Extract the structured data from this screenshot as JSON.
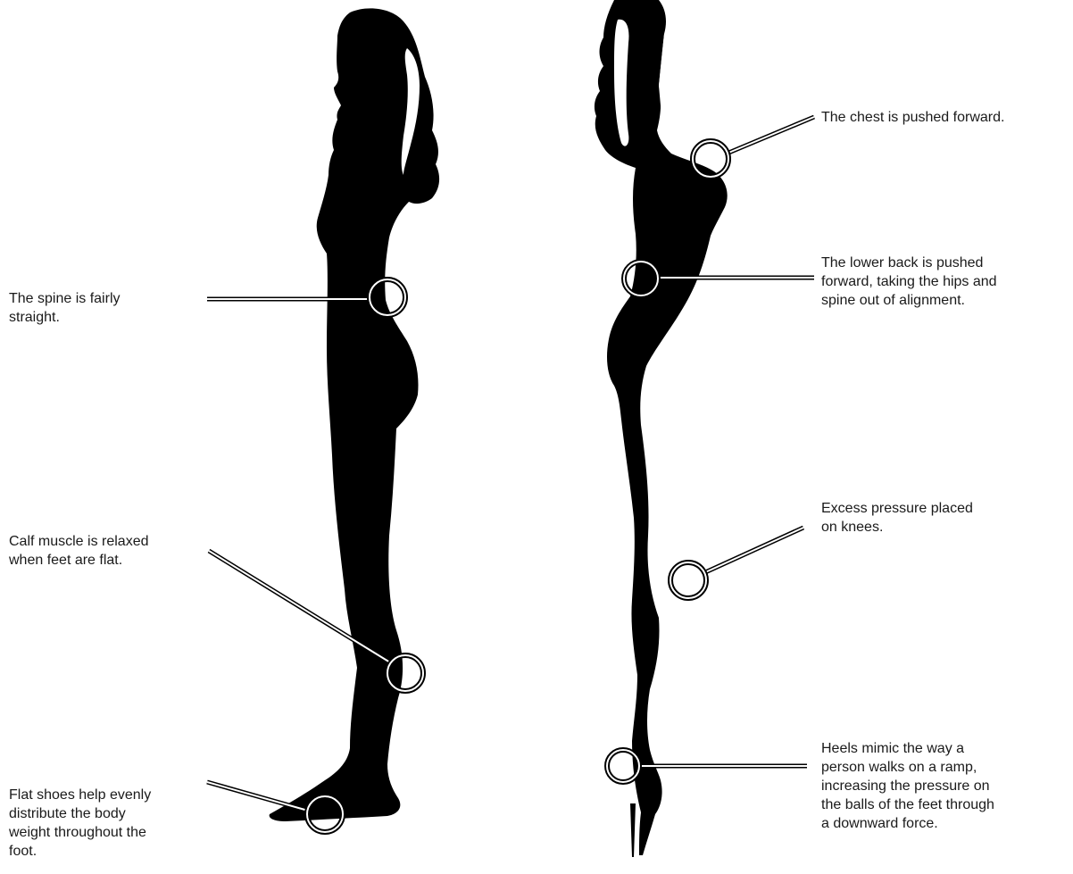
{
  "colors": {
    "silhouette": "#000000",
    "pointer": "#000000",
    "pointer_highlight": "#ffffff",
    "text": "#1a1a1a",
    "background": "#ffffff"
  },
  "left_figure": {
    "name": "flat-shoes-posture",
    "callouts": {
      "spine": "The spine is fairly\nstraight.",
      "calf": "Calf muscle is relaxed\nwhen feet are flat.",
      "shoes": "Flat shoes help evenly\ndistribute the body\nweight throughout the\nfoot."
    }
  },
  "right_figure": {
    "name": "high-heels-posture",
    "callouts": {
      "chest": "The chest is pushed forward.",
      "lower_back": "The lower back is pushed\nforward, taking the hips and\nspine out of alignment.",
      "knees": "Excess  pressure placed\non knees.",
      "heels": "Heels mimic the way a\nperson walks on a ramp,\nincreasing the pressure on\nthe balls of the feet through\na downward force."
    }
  }
}
